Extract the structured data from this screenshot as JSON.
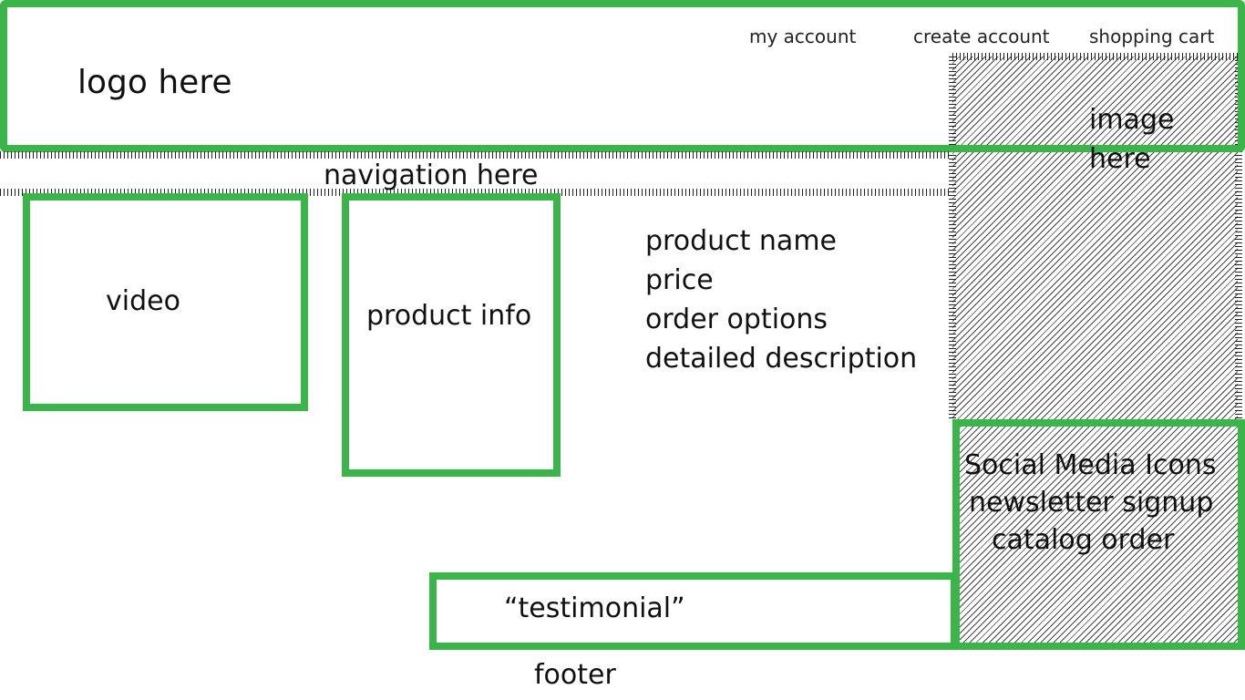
{
  "header": {
    "logo": "logo here",
    "links": [
      "my account",
      "create account",
      "shopping cart"
    ]
  },
  "image_placeholder": [
    "image",
    "here"
  ],
  "navigation": "navigation here",
  "video": "video",
  "product_info": "product info",
  "product_details": [
    "product name",
    "price",
    "order options",
    "detailed description"
  ],
  "social_box": [
    "Social Media Icons",
    "newsletter signup",
    "catalog order"
  ],
  "testimonial": "“testimonial”",
  "footer": "footer",
  "colors": {
    "accent": "#3bb54a",
    "hatch": "#444444"
  }
}
